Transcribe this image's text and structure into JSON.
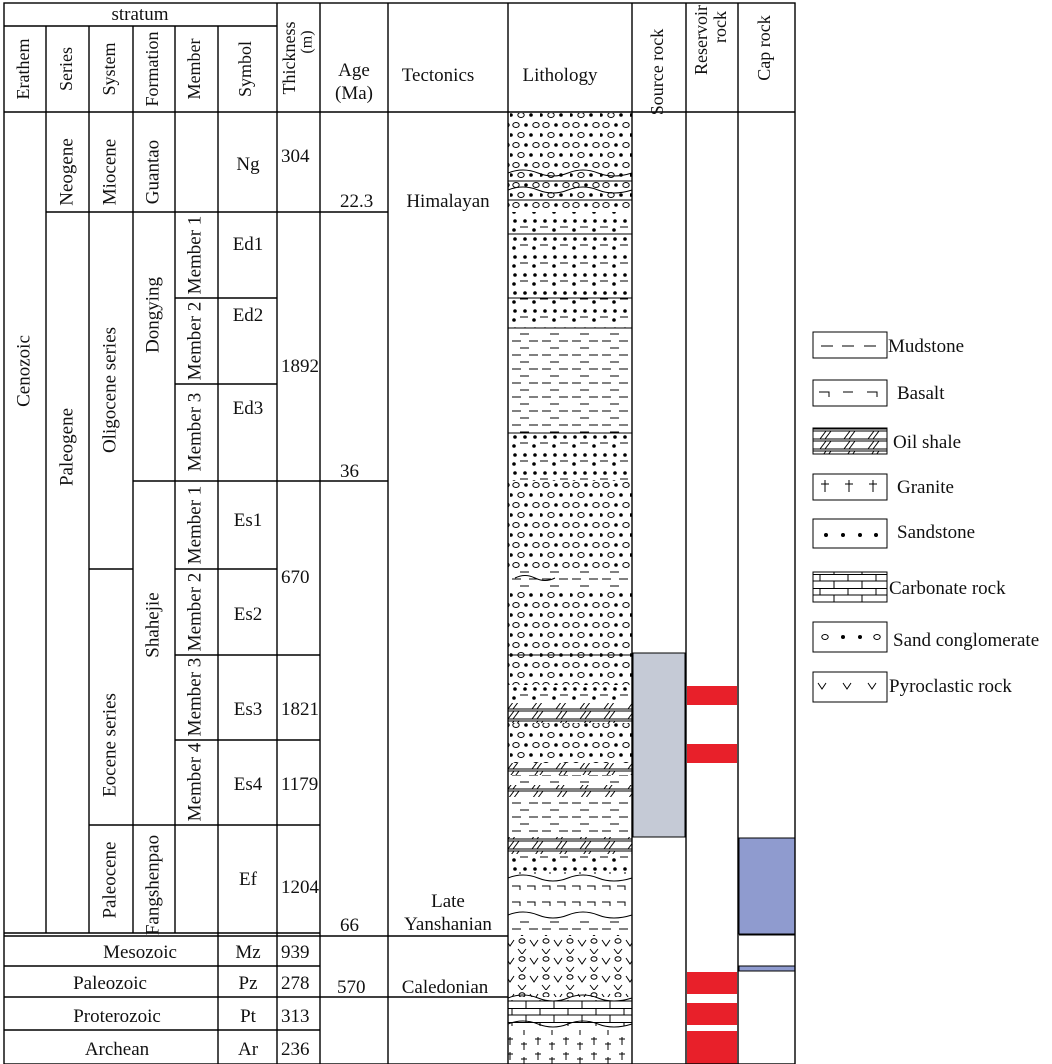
{
  "header": {
    "stratum": "stratum",
    "columns": {
      "erathem": "Erathem",
      "series": "Series",
      "system": "System",
      "formation": "Formation",
      "member": "Member",
      "symbol": "Symbol",
      "thickness": "Thickness",
      "thickness_unit": "(m)",
      "age": "Age",
      "age_unit": "(Ma)",
      "tectonics": "Tectonics",
      "lithology": "Lithology",
      "source_rock": "Source rock",
      "reservoir_rock_1": "Reservoir",
      "reservoir_rock_2": "rock",
      "cap_rock": "Cap rock"
    }
  },
  "erathems": [
    "Cenozoic",
    "Mesozoic",
    "Paleozoic",
    "Proterozoic",
    "Archean"
  ],
  "series": [
    "Neogene",
    "Paleogene"
  ],
  "systems": [
    "Miocene",
    "Oligocene series",
    "Eocene series",
    "Paleocene"
  ],
  "formations": [
    "Guantao",
    "Dongying",
    "Shahejie",
    "Fangshenpao"
  ],
  "members": [
    "Member 1",
    "Member 2",
    "Member 3",
    "Member 1",
    "Member 2",
    "Member 3",
    "Member 4"
  ],
  "symbols": [
    "Ng",
    "Ed1",
    "Ed2",
    "Ed3",
    "Es1",
    "Es2",
    "Es3",
    "Es4",
    "Ef",
    "Mz",
    "Pz",
    "Pt",
    "Ar"
  ],
  "thickness": [
    "304",
    "1892",
    "670",
    "1821",
    "1179",
    "1204",
    "939",
    "278",
    "313",
    "236"
  ],
  "ages": [
    "22.3",
    "36",
    "66",
    "570"
  ],
  "tectonics": [
    "Himalayan",
    "Late",
    "Yanshanian",
    "Caledonian"
  ],
  "legend": [
    {
      "label": "Mudstone",
      "pattern": "mudstone"
    },
    {
      "label": "Basalt",
      "pattern": "basalt"
    },
    {
      "label": "Oil shale",
      "pattern": "oilshale"
    },
    {
      "label": "Granite",
      "pattern": "granite"
    },
    {
      "label": "Sandstone",
      "pattern": "sandstone"
    },
    {
      "label": "Carbonate rock",
      "pattern": "carbonate"
    },
    {
      "label": "Sand conglomerate",
      "pattern": "conglomerate"
    },
    {
      "label": "Pyroclastic rock",
      "pattern": "pyroclastic"
    }
  ],
  "colors": {
    "source_rock": "#c5cad6",
    "reservoir_rock": "#e8202a",
    "cap_rock": "#8f9bcf",
    "line": "#000000"
  }
}
